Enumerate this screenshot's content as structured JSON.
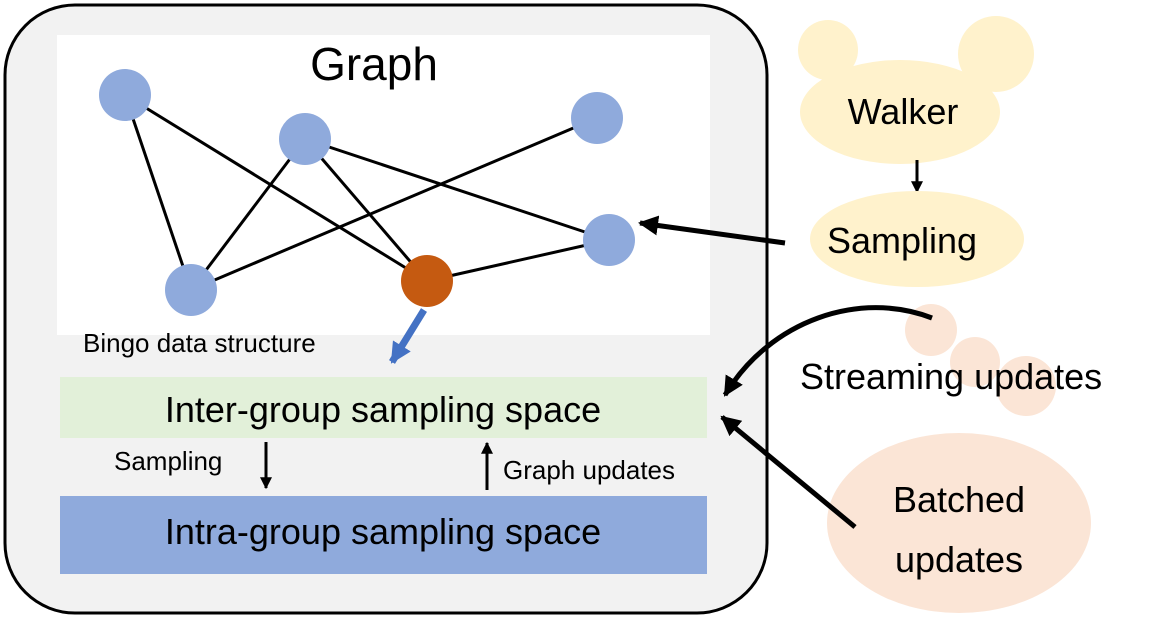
{
  "labels": {
    "graph_title": "Graph",
    "bingo_label": "Bingo data structure",
    "inter_group": "Inter-group sampling space",
    "intra_group": "Intra-group sampling space",
    "sampling_down": "Sampling",
    "graph_updates": "Graph updates",
    "walker": "Walker",
    "sampling_right": "Sampling",
    "streaming_updates": "Streaming updates",
    "batched_line1": "Batched",
    "batched_line2": "updates"
  },
  "colors": {
    "node": "#8faadc",
    "highlight_node": "#c55a11",
    "walker": "#fff2cc",
    "updates": "#fbe5d6",
    "inter_box": "#e2f0d9",
    "intra_box": "#8faadc",
    "container": "#f2f2f2",
    "blue_arrow": "#4472c4"
  }
}
